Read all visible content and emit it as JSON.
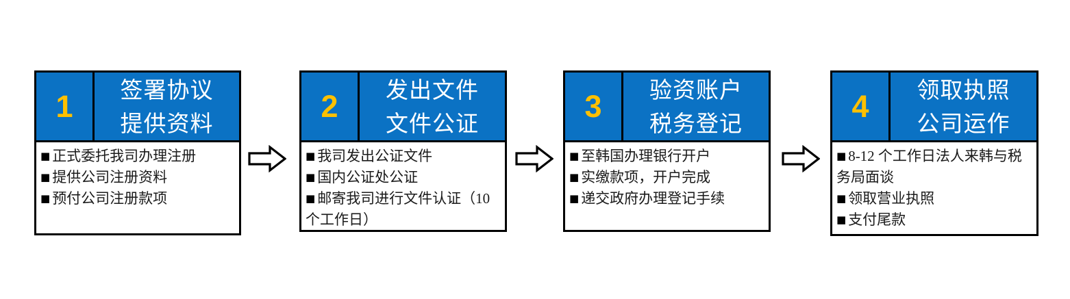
{
  "diagram": {
    "type": "process-flow",
    "direction": "left-to-right",
    "colors": {
      "header_blue": "#0b72c4",
      "number_yellow": "#FFC000",
      "title_white": "#ffffff",
      "body_text": "#1a1a1a",
      "border_black": "#000000",
      "background": "#ffffff"
    },
    "bullet_glyph": "■",
    "arrows": [
      {
        "name": "arrow-step1-to-step2",
        "glyph": "right-block-arrow"
      },
      {
        "name": "arrow-step2-to-step3",
        "glyph": "right-block-arrow"
      },
      {
        "name": "arrow-step3-to-step4",
        "glyph": "right-block-arrow"
      }
    ],
    "steps": [
      {
        "number": "1",
        "title_lines": [
          "签署协议",
          "提供资料"
        ],
        "items": [
          "正式委托我司办理注册",
          "提供公司注册资料",
          "预付公司注册款项"
        ]
      },
      {
        "number": "2",
        "title_lines": [
          "发出文件",
          "文件公证"
        ],
        "items": [
          "我司发出公证文件",
          "国内公证处公证",
          "邮寄我司进行文件认证（10 个工作日）"
        ]
      },
      {
        "number": "3",
        "title_lines": [
          "验资账户",
          "税务登记"
        ],
        "items": [
          "至韩国办理银行开户",
          "实缴款项，开户完成",
          "递交政府办理登记手续"
        ]
      },
      {
        "number": "4",
        "title_lines": [
          "领取执照",
          "公司运作"
        ],
        "items": [
          "8-12 个工作日法人来韩与税务局面谈",
          "领取营业执照",
          "支付尾款"
        ]
      }
    ]
  }
}
